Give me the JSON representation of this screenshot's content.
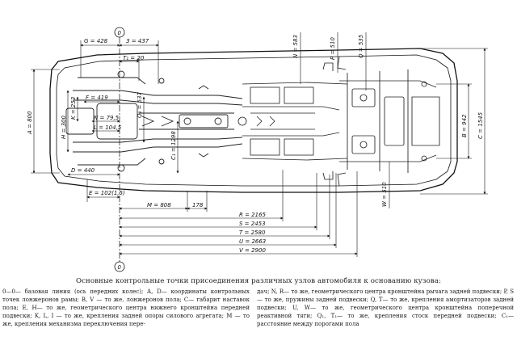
{
  "dimensions": {
    "G": "G = 428",
    "Z": "З = 437",
    "T1": "T₁ = 20",
    "F": "F = 419",
    "K": "K = 253",
    "N": "N = 79,5",
    "L": "L = 104,5",
    "H": "H = 300",
    "A": "A = 800",
    "D": "D = 440",
    "E": "E = 102(1,5)",
    "Q1": "Q₁ = 537",
    "C1": "C₁ = 1298",
    "M": "M = 808",
    "d178": "178",
    "Nv": "N = 583",
    "P": "P = 510",
    "Qv": "Q = 535",
    "W": "W = 510",
    "B": "B = 942",
    "C": "C = 1545",
    "R": "R = 2165",
    "S": "S = 2453",
    "T": "T = 2580",
    "U": "U = 2663",
    "V": "V = 2900",
    "axis_top": "0",
    "axis_bottom": "0"
  },
  "caption": "Основные контрольные точки присоединения различных узлов автомобиля к основанию кузова:",
  "legend_left": "0—0— базовая линия (ось передних колес); A, D— координаты контрольных точек лонжеронов рамы; B, V — то же, лонжеронов пола; C— габарит наставок пола; E, H— то же, геометрического центра нижнего кронштейна передней подвески; K, L, I — то же, крепления задней опоры силового агрегата; M — то же, крепления механизма переключения пере-",
  "legend_right": "дач; N, R— то же, геометрического центра кронштейна рычага задней подвески; P, S— то же, пружины задней подвески; Q, T— то же, крепления амортизаторов задней подвески; U, W— то же, геометрического центра кронштейна поперечной реактивной тяги; Q₁, T₁— то же, крепления стоск передней подвески; C₁— расстояние между порогами пола"
}
